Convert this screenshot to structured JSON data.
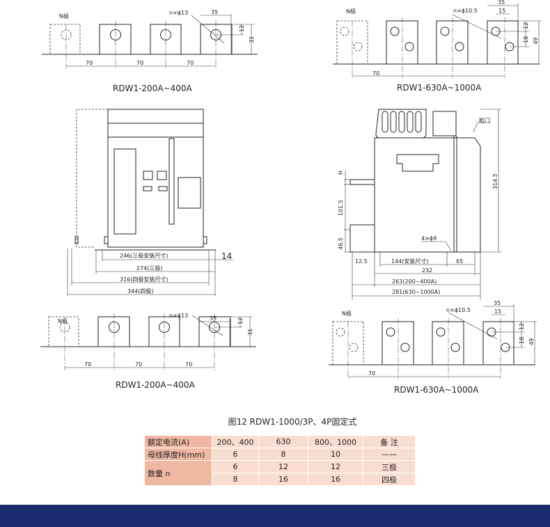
{
  "drawings": {
    "top_left": {
      "n_pole": "N极",
      "hole": "n×ϕ13",
      "dim_35": "35",
      "dim_12": "12",
      "dim_31": "31",
      "pitch": "70",
      "caption": "RDW1-200A~400A"
    },
    "top_right": {
      "n_pole": "N极",
      "hole": "n×ϕ10.5",
      "dim_35": "35",
      "dim_15": "15",
      "dim_12": "12",
      "dim_18": "18",
      "dim_49": "49",
      "pitch": "70",
      "caption": "RDW1-630A~1000A"
    },
    "front_view": {
      "dim_246": "246(三极安装尺寸)",
      "dim_274": "274(三极)",
      "dim_316": "316(四极安装尺寸)",
      "dim_344": "344(四极)",
      "dim_14": "14"
    },
    "side_view": {
      "door": "柜门",
      "dim_h": "H",
      "dim_314": "314.5",
      "dim_101": "101.5",
      "dim_46": "46.5",
      "holes": "4×ϕ9",
      "dim_12_5": "12.5",
      "dim_144": "144(安装尺寸)",
      "dim_65": "65",
      "dim_232": "232",
      "dim_263": "263(200~400A)",
      "dim_281": "281(630~1000A)"
    },
    "bottom_left": {
      "n_pole": "N极",
      "hole": "n×ϕ13",
      "dim_35": "35",
      "dim_12": "12",
      "dim_31": "31",
      "pitch": "70",
      "caption": "RDW1-200A~400A"
    },
    "bottom_right": {
      "n_pole": "N极",
      "hole": "n×ϕ10.5",
      "dim_35": "35",
      "dim_15": "15",
      "dim_12": "12",
      "dim_18": "18",
      "dim_49": "49",
      "pitch": "70",
      "caption": "RDW1-630A~1000A"
    }
  },
  "figure_title": "图12   RDW1-1000/3P、4P固定式",
  "table": {
    "rows": [
      [
        "额定电流(A)",
        "200、400",
        "630",
        "800、1000",
        "备 注"
      ],
      [
        "母线厚度H(mm)",
        "6",
        "8",
        "10",
        "——"
      ],
      [
        "数量 n",
        "6",
        "12",
        "12",
        "三极"
      ],
      [
        "",
        "8",
        "16",
        "16",
        "四极"
      ]
    ]
  }
}
